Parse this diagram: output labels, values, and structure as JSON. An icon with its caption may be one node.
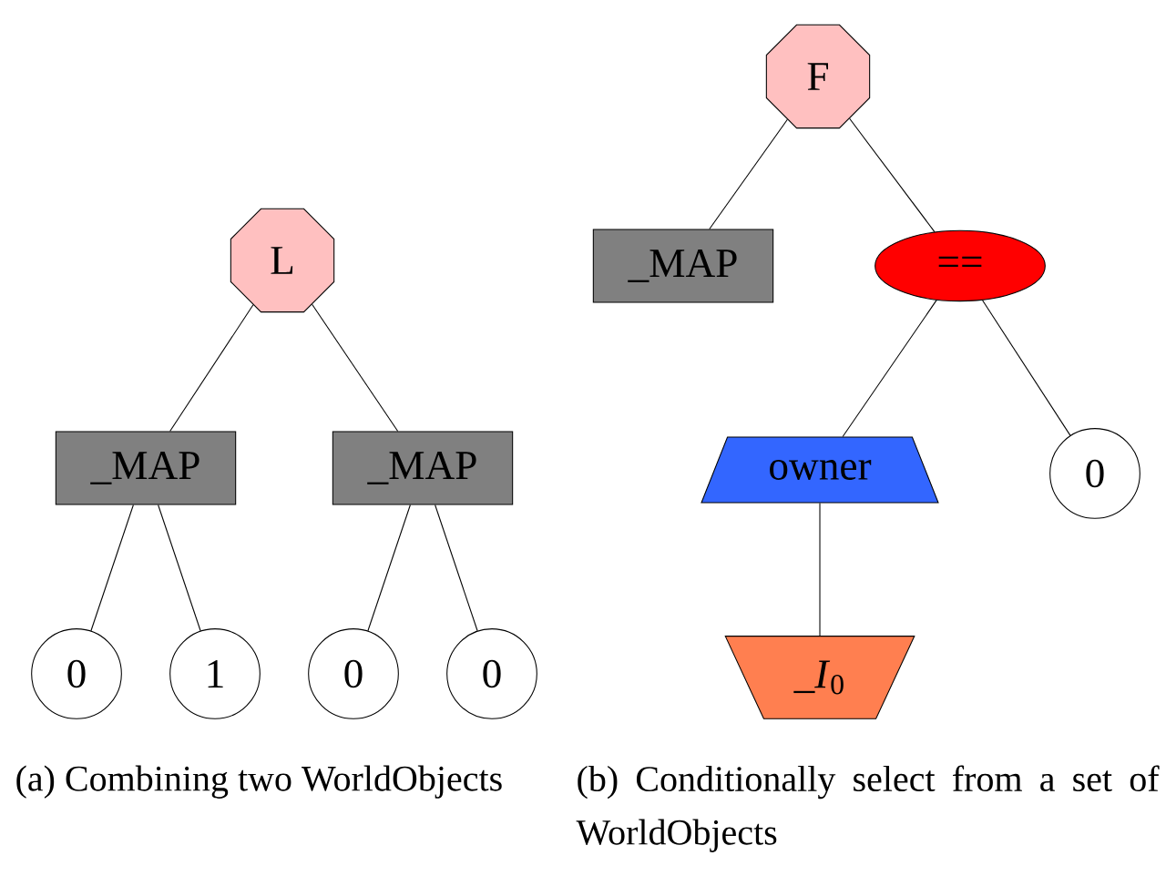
{
  "diagram": {
    "nodes": [
      {
        "text": [
          "L"
        ]
      },
      {
        "text": [
          "_MAP"
        ]
      },
      {
        "text": [
          "_MAP"
        ]
      },
      {
        "text": [
          "0"
        ]
      },
      {
        "text": [
          "1"
        ]
      },
      {
        "text": [
          "0"
        ]
      },
      {
        "text": [
          "0"
        ]
      },
      {
        "text": [
          "F"
        ]
      },
      {
        "text": [
          "_MAP"
        ]
      },
      {
        "text": [
          "=="
        ]
      },
      {
        "text": [
          "owner"
        ]
      },
      {
        "text": [
          "0"
        ]
      },
      {
        "text": [
          "*_I*$_{0}$"
        ]
      }
    ],
    "edges": [
      {
        "from": 0,
        "to": 1,
        "arrow": "none"
      },
      {
        "from": 0,
        "to": 2,
        "arrow": "none"
      },
      {
        "from": 1,
        "to": 3,
        "arrow": "none"
      },
      {
        "from": 1,
        "to": 4,
        "arrow": "none"
      },
      {
        "from": 2,
        "to": 5,
        "arrow": "none"
      },
      {
        "from": 2,
        "to": 6,
        "arrow": "none"
      },
      {
        "from": 7,
        "to": 8,
        "arrow": "none"
      },
      {
        "from": 7,
        "to": 9,
        "arrow": "none"
      },
      {
        "from": 9,
        "to": 10,
        "arrow": "none"
      },
      {
        "from": 9,
        "to": 11,
        "arrow": "none"
      },
      {
        "from": 10,
        "to": 12,
        "arrow": "none"
      }
    ],
    "labels": [
      "(a) Combining two WorldObjects",
      "(b) Conditionally select from a set of WorldObjects"
    ]
  }
}
